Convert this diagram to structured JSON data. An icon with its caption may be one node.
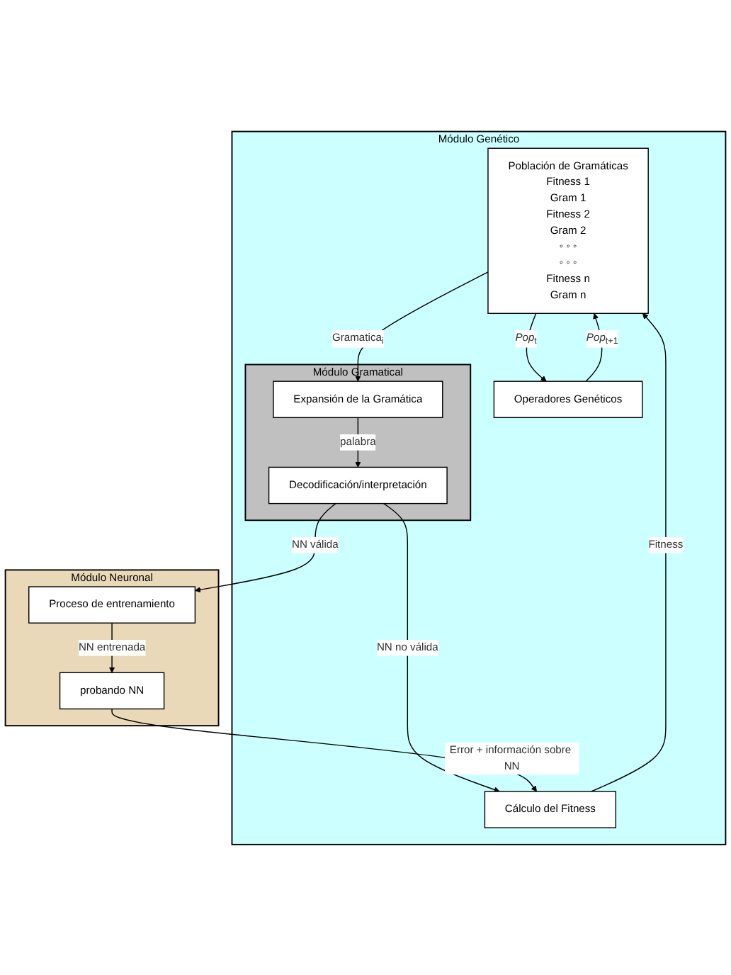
{
  "diagram": {
    "nodes": [
      {
        "text": [
          "Módulo Genético"
        ]
      },
      {
        "text": [
          "Población de Gramáticas",
          "Fitness 1",
          "Gram 1",
          "Fitness 2",
          "Gram 2",
          "◦ ◦ ◦",
          "◦ ◦ ◦",
          "Fitness n",
          "Gram n"
        ],
        "in": 0
      },
      {
        "text": [
          "Operadores Genéticos"
        ],
        "in": 0
      },
      {
        "text": [
          "Módulo Gramatical"
        ],
        "in": 0
      },
      {
        "text": [
          "Expansión de la Gramática"
        ],
        "in": 3
      },
      {
        "text": [
          "Decodificación/interpretación"
        ],
        "in": 3
      },
      {
        "text": [
          "Cálculo del Fitness"
        ],
        "in": 0
      },
      {
        "text": [
          "Módulo Neuronal"
        ]
      },
      {
        "text": [
          "Proceso de entrenamiento"
        ],
        "in": 7
      },
      {
        "text": [
          "probando NN"
        ],
        "in": 7
      }
    ],
    "edges": [
      {
        "from": 1,
        "to": 2,
        "arrow": "to",
        "label": "*Pop*$_{t}$"
      },
      {
        "from": 2,
        "to": 1,
        "arrow": "to",
        "label": "*Pop*$_{t+1}$"
      },
      {
        "from": 1,
        "to": 4,
        "arrow": "to",
        "label": "Gramatica$_{i}$"
      },
      {
        "from": 4,
        "to": 5,
        "arrow": "to",
        "label": "palabra"
      },
      {
        "from": 5,
        "to": 6,
        "arrow": "to",
        "label": "NN no válida"
      },
      {
        "from": 6,
        "to": 1,
        "arrow": "to",
        "label": "Fitness"
      },
      {
        "from": 5,
        "to": 8,
        "arrow": "to",
        "label": "NN válida"
      },
      {
        "from": 8,
        "to": 9,
        "arrow": "to",
        "label": "NN entrenada"
      },
      {
        "from": 9,
        "to": 6,
        "arrow": "to",
        "label": "Error + información sobre NN"
      }
    ]
  }
}
